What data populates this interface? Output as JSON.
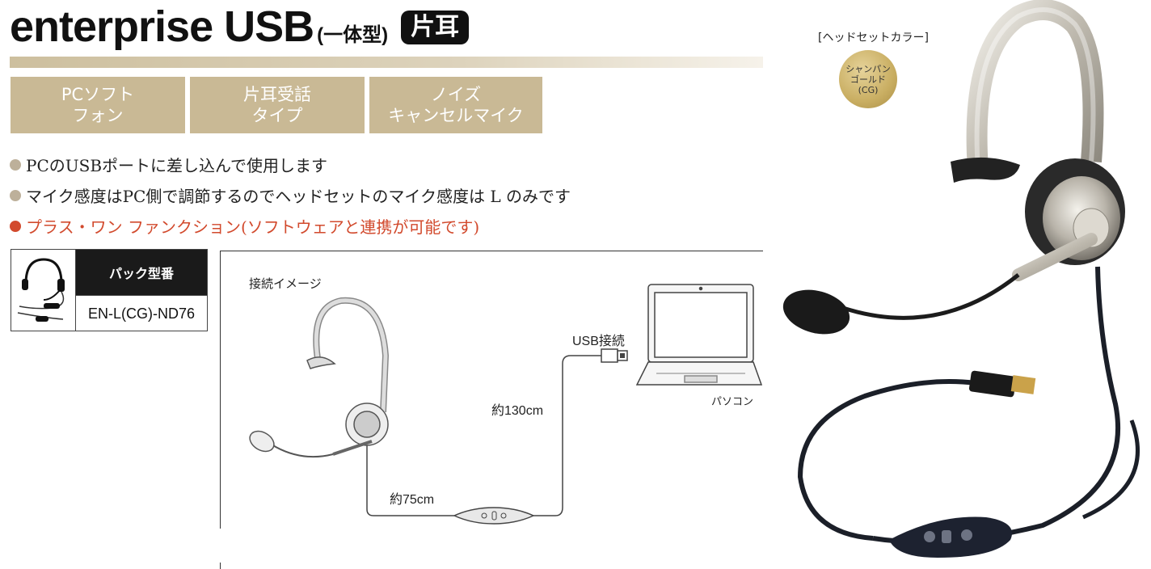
{
  "header": {
    "title_main": "enterprise USB",
    "title_sub": "(一体型)",
    "badge": "片耳"
  },
  "tags": [
    {
      "line1": "PCソフト",
      "line2": "フォン"
    },
    {
      "line1": "片耳受話",
      "line2": "タイプ"
    },
    {
      "line1": "ノイズ",
      "line2": "キャンセルマイク"
    }
  ],
  "bullets": [
    "PCのUSBポートに差し込んで使用します",
    "マイク感度はPC側で調節するのでヘッドセットのマイク感度は L のみです",
    "プラス・ワン ファンクション(ソフトウェアと連携が可能です)"
  ],
  "pack_table": {
    "header": "パック型番",
    "value": "EN-L(CG)-ND76"
  },
  "diagram": {
    "title": "接続イメージ",
    "usb_label": "USB接続",
    "pc_label": "パソコン",
    "cable_long": "約130cm",
    "cable_short": "約75cm"
  },
  "color_info": {
    "label": "[ヘッドセットカラー]",
    "swatch_line1": "シャンパン",
    "swatch_line2": "ゴールド",
    "swatch_line3": "(CG)",
    "swatch_color": "#c9ae62"
  }
}
